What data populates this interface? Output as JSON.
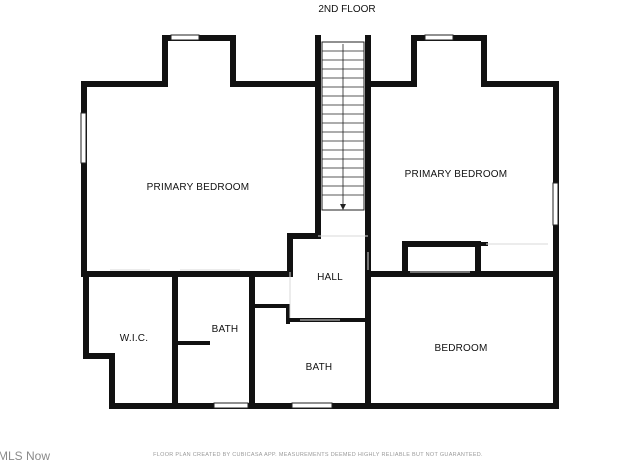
{
  "title": "2ND FLOOR",
  "rooms": {
    "primary_bedroom_left": "PRIMARY BEDROOM",
    "primary_bedroom_right": "PRIMARY BEDROOM",
    "hall": "HALL",
    "wic": "W.I.C.",
    "bath_left": "BATH",
    "bath_center": "BATH",
    "bedroom": "BEDROOM"
  },
  "footer": "FLOOR PLAN CREATED BY CUBICASA APP. MEASUREMENTS DEEMED HIGHLY RELIABLE BUT NOT GUARANTEED.",
  "watermark": "MLS Now",
  "colors": {
    "wall": "#111111",
    "background": "#ffffff",
    "footer_text": "#9a9a9a"
  }
}
